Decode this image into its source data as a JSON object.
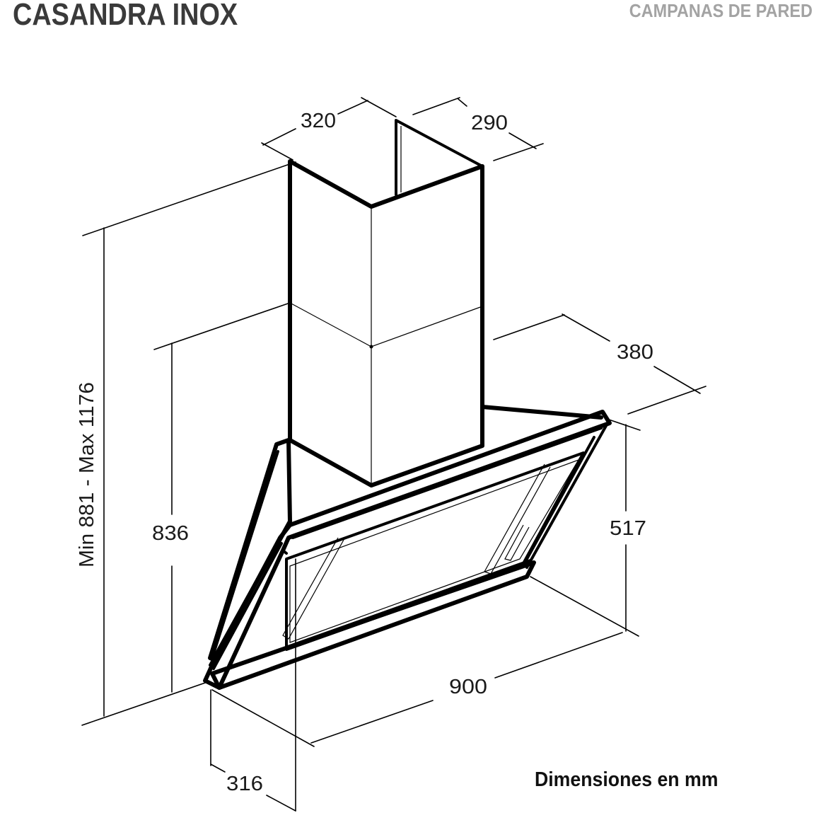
{
  "header": {
    "title": "CASANDRA INOX",
    "category": "CAMPANAS DE PARED"
  },
  "dimensions": {
    "chimney_width": "320",
    "chimney_depth": "290",
    "hood_depth": "380",
    "total_height": "Min 881 - Max 1176",
    "body_height": "836",
    "hood_height": "517",
    "hood_width": "900",
    "base_depth": "316"
  },
  "footer": {
    "units_note": "Dimensiones en mm"
  },
  "colors": {
    "title": "#3a3a3a",
    "category": "#a3a3a3",
    "lines": "#000000"
  }
}
